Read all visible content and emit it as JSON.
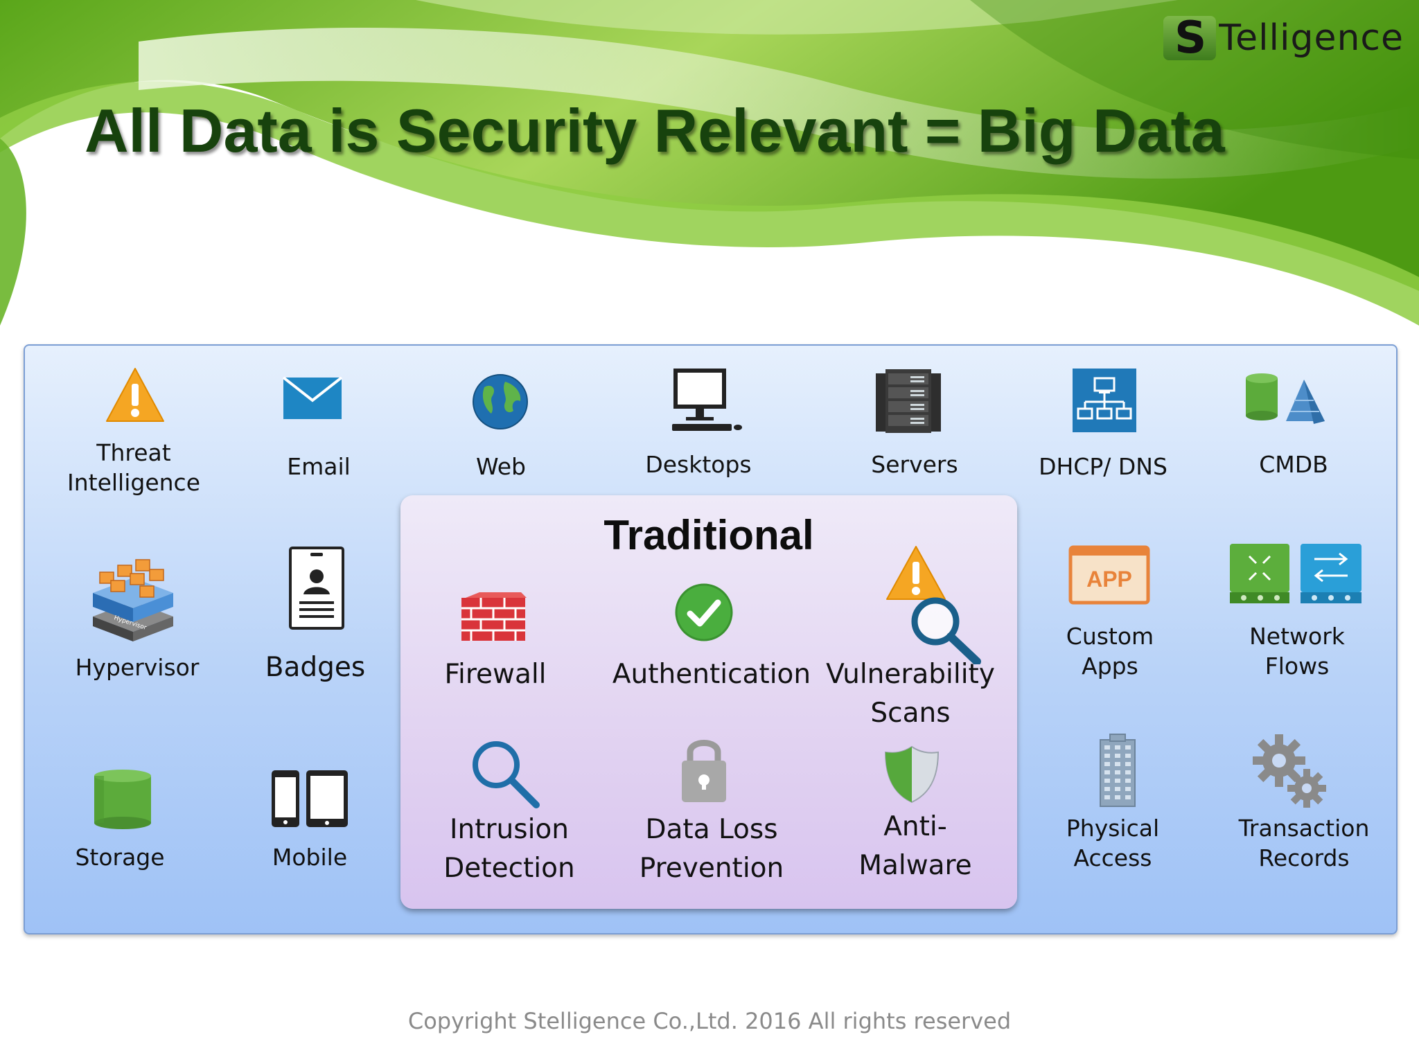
{
  "logo": {
    "initial": "S",
    "rest": "Telligence"
  },
  "title": "All Data is Security Relevant = Big Data",
  "inner_title": "Traditional",
  "items": {
    "threat_intelligence": "Threat\nIntelligence",
    "email": "Email",
    "web": "Web",
    "desktops": "Desktops",
    "servers": "Servers",
    "dhcp_dns": "DHCP/ DNS",
    "cmdb": "CMDB",
    "hypervisor": "Hypervisor",
    "badges": "Badges",
    "storage": "Storage",
    "mobile": "Mobile",
    "custom_apps": "Custom\nApps",
    "network_flows": "Network\nFlows",
    "physical_access": "Physical\nAccess",
    "transaction_records": "Transaction\nRecords",
    "firewall": "Firewall",
    "authentication": "Authentication",
    "vulnerability_scans": "Vulnerability\nScans",
    "intrusion_detection": "Intrusion\nDetection",
    "data_loss_prevention": "Data Loss\nPrevention",
    "anti_malware": "Anti-\nMalware"
  },
  "app_badge": "APP",
  "hypervisor_badge": "Hypervisor",
  "footer": "Copyright Stelligence Co.,Ltd. 2016 All rights reserved",
  "colors": {
    "title": "#17420d",
    "accent_green": "#6dbb2c",
    "panel_blue": "#b9d3f8",
    "inner_purple": "#e1d2f1"
  }
}
